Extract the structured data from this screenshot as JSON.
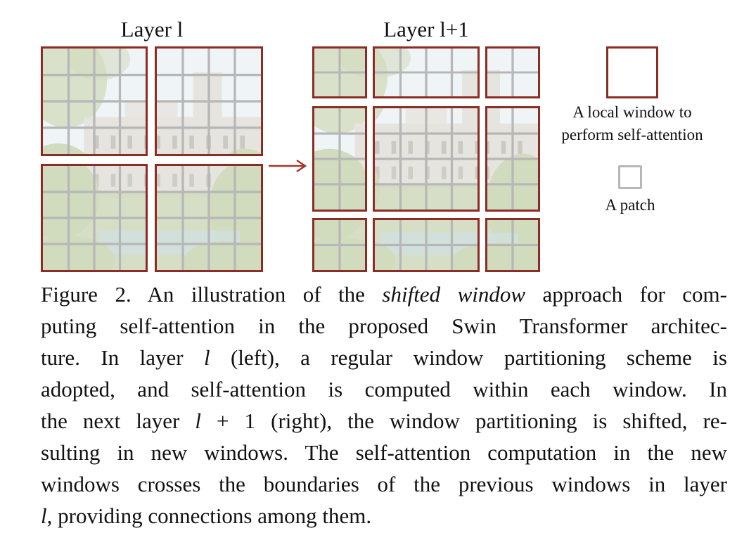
{
  "figure": {
    "layer_left_title": "Layer l",
    "layer_right_title": "Layer l+1",
    "legend": {
      "window_label_line1": "A local window to",
      "window_label_line2": "perform self-attention",
      "patch_label": "A patch"
    },
    "colors": {
      "window_border": "#8b2d24",
      "patch_grid": "#b7b7b7",
      "sky": "#e7eef3",
      "foliage": "#b9c89a",
      "building": "#d9d6cc",
      "water": "#b8d0cf"
    },
    "left_windows_grid": "2x2",
    "left_patches_per_window": "4x4",
    "right_windows_grid": "3x3"
  },
  "caption": {
    "line1_a": "Figure 2. An illustration of the ",
    "line1_b": "shifted window",
    "line1_c": " approach for com-",
    "line2": "puting self-attention in the proposed Swin Transformer architec-",
    "line3_a": "ture.  In layer ",
    "line3_b": "l",
    "line3_c": " (left), a regular window partitioning scheme is",
    "line4": "adopted, and self-attention is computed within each window.  In",
    "line5_a": "the next layer ",
    "line5_b": "l",
    "line5_c": " + 1 (right), the window partitioning is shifted, re-",
    "line6": "sulting in new windows. The self-attention computation in the new",
    "line7": "windows crosses the boundaries of the previous windows in layer",
    "line8_a": "l",
    "line8_b": ", providing connections among them."
  }
}
